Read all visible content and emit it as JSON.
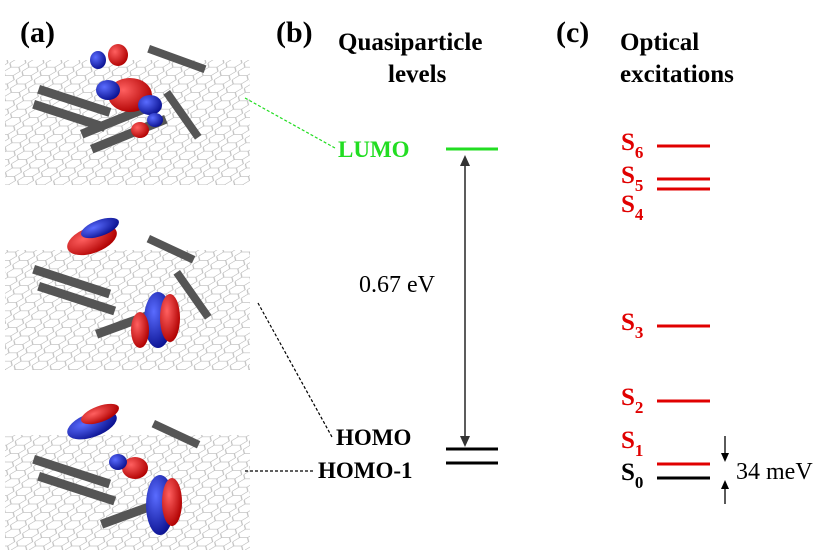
{
  "panels": {
    "a": {
      "label": "(a)"
    },
    "b": {
      "label": "(b)",
      "title_line1": "Quasiparticle",
      "title_line2": "levels"
    },
    "c": {
      "label": "(c)",
      "title_line1": "Optical",
      "title_line2": "excitations"
    }
  },
  "quasiparticle_levels": {
    "lumo": {
      "label": "LUMO",
      "color": "#22dd22"
    },
    "homo": {
      "label": "HOMO",
      "color": "#000000"
    },
    "homo_minus_1": {
      "label": "HOMO-1",
      "color": "#000000"
    },
    "gap": "0.67 eV"
  },
  "optical_excitations": {
    "states": [
      {
        "id": "S6",
        "letter": "S",
        "sub": "6",
        "color": "#e00000"
      },
      {
        "id": "S5",
        "letter": "S",
        "sub": "5",
        "color": "#e00000"
      },
      {
        "id": "S4",
        "letter": "S",
        "sub": "4",
        "color": "#e00000"
      },
      {
        "id": "S3",
        "letter": "S",
        "sub": "3",
        "color": "#e00000"
      },
      {
        "id": "S2",
        "letter": "S",
        "sub": "2",
        "color": "#e00000"
      },
      {
        "id": "S1",
        "letter": "S",
        "sub": "1",
        "color": "#e00000"
      },
      {
        "id": "S0",
        "letter": "S",
        "sub": "0",
        "color": "#000000"
      }
    ],
    "splitting": "34 meV"
  },
  "colors": {
    "orbital_positive": "#e01010",
    "orbital_negative": "#1020d0",
    "molecule": "#606060",
    "substrate": "#b8b8b8"
  }
}
